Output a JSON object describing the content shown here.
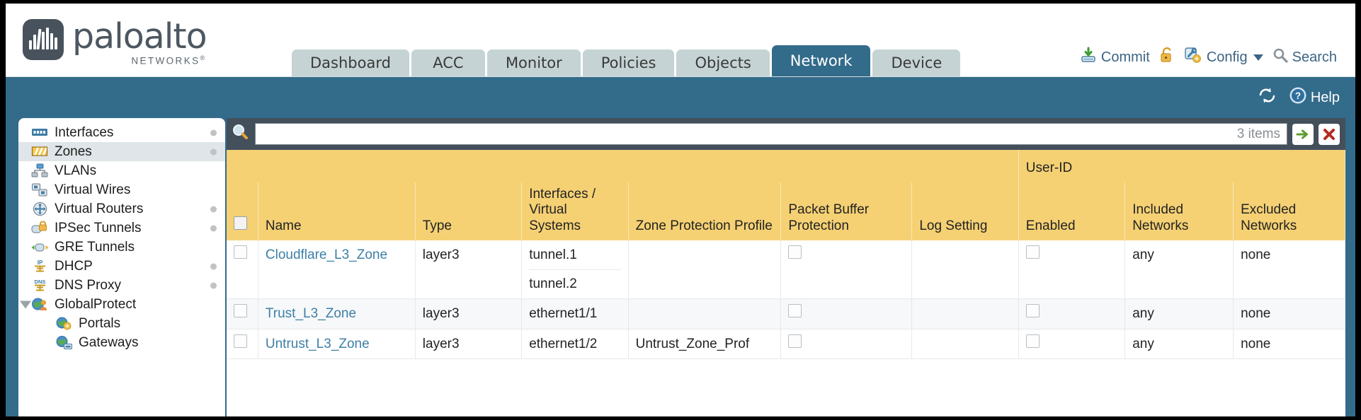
{
  "brand": {
    "name": "paloalto",
    "tagline": "NETWORKS",
    "registered": "®"
  },
  "nav": {
    "tabs": [
      {
        "label": "Dashboard",
        "active": false
      },
      {
        "label": "ACC",
        "active": false
      },
      {
        "label": "Monitor",
        "active": false
      },
      {
        "label": "Policies",
        "active": false
      },
      {
        "label": "Objects",
        "active": false
      },
      {
        "label": "Network",
        "active": true
      },
      {
        "label": "Device",
        "active": false
      }
    ],
    "actions": [
      {
        "label": "Commit",
        "icon": "commit-save-icon"
      },
      {
        "label": "",
        "icon": "padlock-icon"
      },
      {
        "label": "Config",
        "icon": "config-wrench-icon",
        "caret": true
      },
      {
        "label": "Search",
        "icon": "search-icon"
      }
    ]
  },
  "toolbar": {
    "refresh_icon": "refresh-icon",
    "help_label": "Help",
    "help_icon": "help-question-icon"
  },
  "sidebar": {
    "items": [
      {
        "label": "Interfaces",
        "icon": "interfaces-icon",
        "selected": false,
        "dot": true,
        "child": false,
        "expander": false
      },
      {
        "label": "Zones",
        "icon": "zones-icon",
        "selected": true,
        "dot": true,
        "child": false,
        "expander": false
      },
      {
        "label": "VLANs",
        "icon": "vlans-icon",
        "selected": false,
        "dot": false,
        "child": false,
        "expander": false
      },
      {
        "label": "Virtual Wires",
        "icon": "virtual-wires-icon",
        "selected": false,
        "dot": false,
        "child": false,
        "expander": false
      },
      {
        "label": "Virtual Routers",
        "icon": "virtual-routers-icon",
        "selected": false,
        "dot": true,
        "child": false,
        "expander": false
      },
      {
        "label": "IPSec Tunnels",
        "icon": "ipsec-tunnels-icon",
        "selected": false,
        "dot": true,
        "child": false,
        "expander": false
      },
      {
        "label": "GRE Tunnels",
        "icon": "gre-tunnels-icon",
        "selected": false,
        "dot": false,
        "child": false,
        "expander": false
      },
      {
        "label": "DHCP",
        "icon": "dhcp-icon",
        "selected": false,
        "dot": true,
        "child": false,
        "expander": false
      },
      {
        "label": "DNS Proxy",
        "icon": "dns-proxy-icon",
        "selected": false,
        "dot": true,
        "child": false,
        "expander": false
      },
      {
        "label": "GlobalProtect",
        "icon": "globalprotect-icon",
        "selected": false,
        "dot": false,
        "child": false,
        "expander": true
      },
      {
        "label": "Portals",
        "icon": "portals-icon",
        "selected": false,
        "dot": false,
        "child": true,
        "expander": false
      },
      {
        "label": "Gateways",
        "icon": "gateways-icon",
        "selected": false,
        "dot": false,
        "child": true,
        "expander": false
      }
    ]
  },
  "search": {
    "value": "",
    "placeholder": "",
    "items_count": "3 items",
    "apply_icon": "green-arrow-apply-icon",
    "clear_icon": "red-x-clear-icon",
    "search_icon": "magnifier-icon"
  },
  "table": {
    "group_header": "User-ID",
    "columns": [
      "Name",
      "Type",
      "Interfaces / Virtual Systems",
      "Zone Protection Profile",
      "Packet Buffer Protection",
      "Log Setting",
      "Enabled",
      "Included Networks",
      "Excluded Networks"
    ],
    "rows": [
      {
        "selected": false,
        "name": "Cloudflare_L3_Zone",
        "type": "layer3",
        "interfaces": [
          "tunnel.1",
          "tunnel.2"
        ],
        "zone_protection_profile": "",
        "packet_buffer_protection": false,
        "log_setting": "",
        "enabled": false,
        "included_networks": "any",
        "excluded_networks": "none"
      },
      {
        "selected": false,
        "name": "Trust_L3_Zone",
        "type": "layer3",
        "interfaces": [
          "ethernet1/1"
        ],
        "zone_protection_profile": "",
        "packet_buffer_protection": false,
        "log_setting": "",
        "enabled": false,
        "included_networks": "any",
        "excluded_networks": "none"
      },
      {
        "selected": false,
        "name": "Untrust_L3_Zone",
        "type": "layer3",
        "interfaces": [
          "ethernet1/2"
        ],
        "zone_protection_profile": "Untrust_Zone_Prof",
        "packet_buffer_protection": false,
        "log_setting": "",
        "enabled": false,
        "included_networks": "any",
        "excluded_networks": "none"
      }
    ]
  },
  "colors": {
    "brand_teal": "#336b8a",
    "tab_inactive": "#c5d3d4",
    "table_header": "#f5d174",
    "table_group_header": "#e7bb52",
    "link": "#3d7fa6",
    "panel_dark": "#434f5b"
  }
}
